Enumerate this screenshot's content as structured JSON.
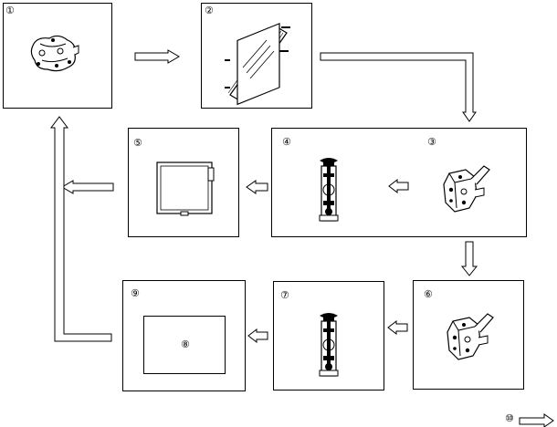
{
  "diagram": {
    "labels": {
      "n1": "①",
      "n2": "②",
      "n3": "③",
      "n4": "④",
      "n5": "⑤",
      "n6": "⑥",
      "n7": "⑦",
      "n8": "⑧",
      "n9": "⑨",
      "n10": "⑩"
    },
    "components": {
      "n1": "compressor-icon",
      "n2": "condenser-icon",
      "n3": "valve-block-icon",
      "n4": "expansion-valve-icon",
      "n5": "evaporator-icon",
      "n6": "valve-block-icon",
      "n7": "expansion-valve-icon"
    },
    "colors": {
      "line": "#000000",
      "arrow_fill": "#ffffff"
    }
  }
}
